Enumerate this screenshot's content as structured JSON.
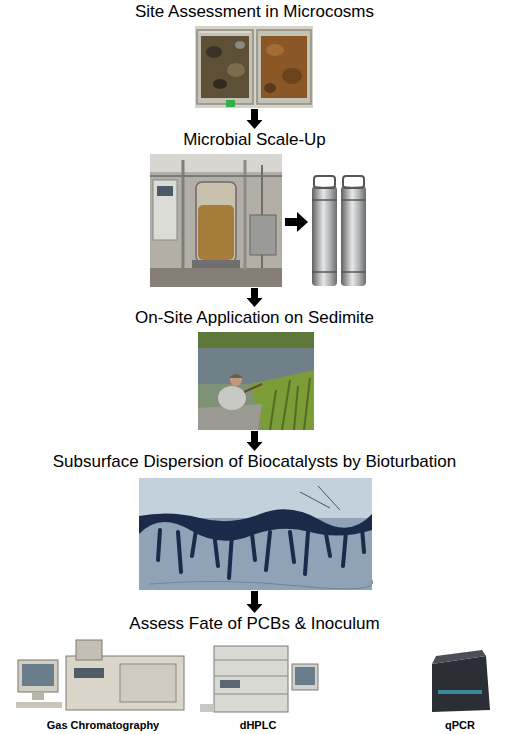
{
  "diagram": {
    "nodes": [
      {
        "text": [
          "Site Assessment in Microcosms"
        ]
      },
      {
        "text": [
          "Microbial Scale-Up"
        ]
      },
      {
        "text": [
          "On-Site Application on Sedimite"
        ]
      },
      {
        "text": [
          "Subsurface Dispersion of Biocatalysts by Bioturbation"
        ]
      },
      {
        "text": [
          "Assess Fate of PCBs & Inoculum"
        ]
      }
    ],
    "edges": [
      {
        "from": 0,
        "to": 1,
        "arrow": "to"
      },
      {
        "from": 1,
        "to": 2,
        "arrow": "to"
      },
      {
        "from": 2,
        "to": 3,
        "arrow": "to"
      },
      {
        "from": 3,
        "to": 4,
        "arrow": "to"
      }
    ],
    "labels": [
      "Gas Chromatography",
      "dHPLC",
      "qPCR"
    ]
  }
}
